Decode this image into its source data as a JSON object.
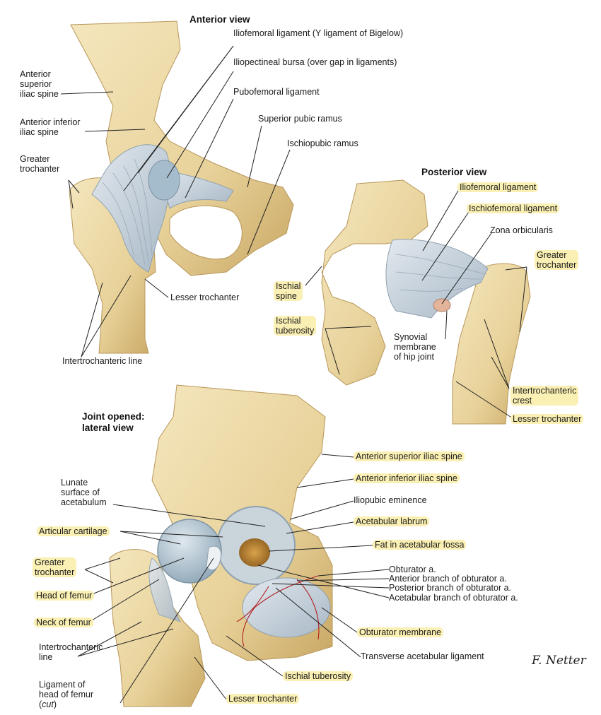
{
  "views": {
    "anterior": {
      "title": "Anterior view",
      "labels": {
        "anterior_superior_iliac_spine": "Anterior\nsuperior\niliac spine",
        "anterior_inferior_iliac_spine": "Anterior inferior\niliac spine",
        "greater_trochanter": "Greater\ntrochanter",
        "iliofemoral_ligament": "Iliofemoral ligament (Y ligament of Bigelow)",
        "iliopectineal_bursa": "Iliopectineal bursa (over gap in ligaments)",
        "pubofemoral_ligament": "Pubofemoral ligament",
        "superior_pubic_ramus": "Superior pubic ramus",
        "ischiopubic_ramus": "Ischiopubic ramus",
        "lesser_trochanter": "Lesser trochanter",
        "intertrochanteric_line": "Intertrochanteric line"
      }
    },
    "posterior": {
      "title": "Posterior view",
      "labels": {
        "iliofemoral_ligament": "Iliofemoral ligament",
        "ischiofemoral_ligament": "Ischiofemoral ligament",
        "zona_orbicularis": "Zona orbicularis",
        "greater_trochanter": "Greater\ntrochanter",
        "ischial_spine": "Ischial\nspine",
        "ischial_tuberosity": "Ischial\ntuberosity",
        "synovial_membrane": "Synovial\nmembrane\nof hip joint",
        "intertrochanteric_crest": "Intertrochanteric\ncrest",
        "lesser_trochanter": "Lesser trochanter"
      }
    },
    "lateral": {
      "title": "Joint opened:\nlateral view",
      "labels": {
        "anterior_superior_iliac_spine": "Anterior superior iliac spine",
        "anterior_inferior_iliac_spine": "Anterior inferior iliac spine",
        "iliopubic_eminence": "Iliopubic eminence",
        "acetabular_labrum": "Acetabular labrum",
        "fat_in_acetabular_fossa": "Fat in acetabular fossa",
        "obturator_artery": "Obturator a.",
        "anterior_branch_obturator": "Anterior branch of obturator a.",
        "posterior_branch_obturator": "Posterior branch of obturator a.",
        "acetabular_branch_obturator": "Acetabular branch of obturator a.",
        "obturator_membrane": "Obturator membrane",
        "transverse_acetabular_ligament": "Transverse acetabular ligament",
        "ischial_tuberosity": "Ischial tuberosity",
        "lesser_trochanter": "Lesser trochanter",
        "lunate_surface": "Lunate\nsurface of\nacetabulum",
        "articular_cartilage": "Articular cartilage",
        "greater_trochanter": "Greater\ntrochanter",
        "head_of_femur": "Head of femur",
        "neck_of_femur": "Neck of femur",
        "intertrochanteric_line": "Intertrochanteric\nline",
        "ligament_head_femur": "Ligament of\nhead of femur",
        "cut": "cut"
      }
    }
  },
  "signature": "F. Netter",
  "colors": {
    "bone": "#eedba8",
    "bone_shadow": "#c9a865",
    "ligament": "#c7d3dc",
    "cartilage": "#a9bcc9",
    "artery": "#b02020",
    "highlight": "#fbf0b4"
  }
}
